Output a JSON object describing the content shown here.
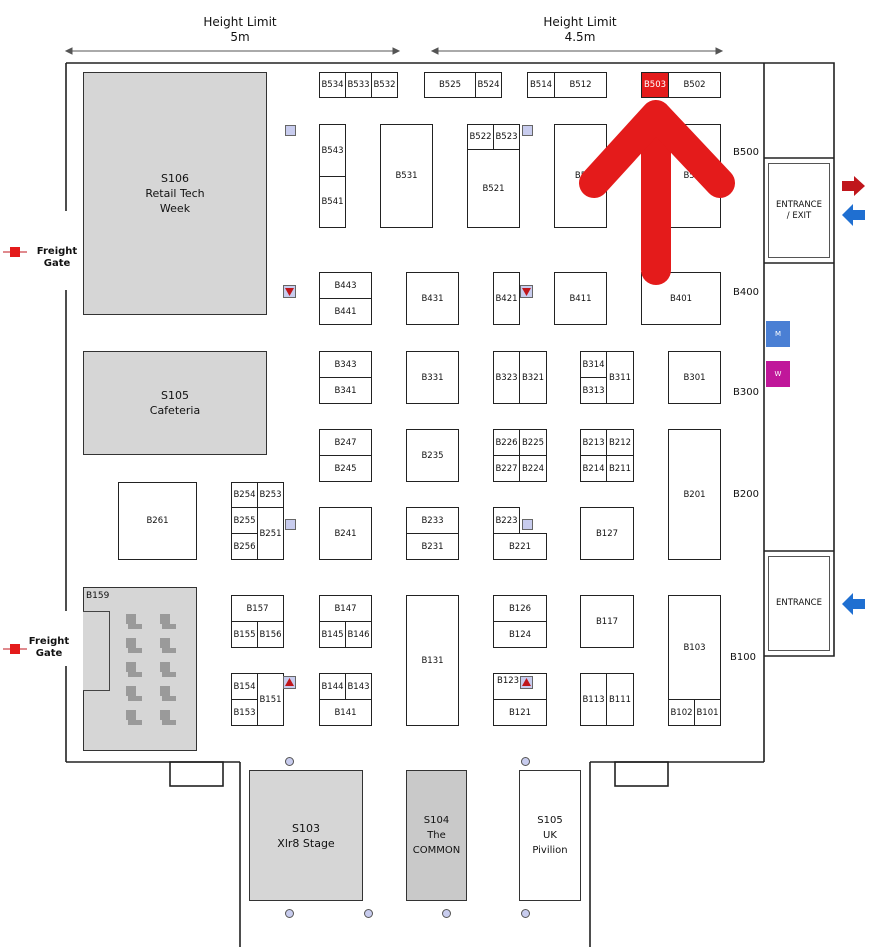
{
  "height_limits": [
    {
      "title": "Height Limit",
      "value": "5m"
    },
    {
      "title": "Height Limit",
      "value": "4.5m"
    }
  ],
  "freight_gates": [
    {
      "label": "Freight\nGate"
    },
    {
      "label": "Freight\nGate"
    }
  ],
  "row_labels": [
    "B500",
    "B400",
    "B300",
    "B200",
    "B100"
  ],
  "entrances": [
    {
      "label": "ENTRANCE\n/ EXIT"
    },
    {
      "label": "ENTRANCE"
    }
  ],
  "restrooms": {
    "men": "M",
    "women": "W"
  },
  "features": {
    "s106": "S106\nRetail Tech\nWeek",
    "s105_cafe": "S105\nCafeteria",
    "b159": "B159",
    "s103": "S103\nXlr8 Stage",
    "s104": "S104\nThe\nCOMMON",
    "s105_uk": "S105\nUK\nPivilion"
  },
  "booths": {
    "B534": "B534",
    "B533": "B533",
    "B532": "B532",
    "B525": "B525",
    "B524": "B524",
    "B514": "B514",
    "B512": "B512",
    "B503": "B503",
    "B502": "B502",
    "B543": "B543",
    "B541": "B541",
    "B531": "B531",
    "B522": "B522",
    "B523": "B523",
    "B521": "B521",
    "B511": "B5",
    "B501": "B501",
    "B443": "B443",
    "B441": "B441",
    "B431": "B431",
    "B421": "B421",
    "B411": "B411",
    "B401": "B401",
    "B343": "B343",
    "B341": "B341",
    "B331": "B331",
    "B323": "B323",
    "B321": "B321",
    "B314": "B314",
    "B313": "B313",
    "B311": "B311",
    "B301": "B301",
    "B247": "B247",
    "B245": "B245",
    "B235": "B235",
    "B226": "B226",
    "B225": "B225",
    "B227": "B227",
    "B224": "B224",
    "B213": "B213",
    "B212": "B212",
    "B214": "B214",
    "B211": "B211",
    "B261": "B261",
    "B254": "B254",
    "B253": "B253",
    "B255": "B255",
    "B256": "B256",
    "B251": "B251",
    "B241": "B241",
    "B233": "B233",
    "B231": "B231",
    "B223": "B223",
    "B221": "B221",
    "B127": "B127",
    "B201": "B201",
    "B157": "B157",
    "B155": "B155",
    "B156": "B156",
    "B147": "B147",
    "B145": "B145",
    "B146": "B146",
    "B131": "B131",
    "B126": "B126",
    "B124": "B124",
    "B117": "B117",
    "B103": "B103",
    "B154": "B154",
    "B153": "B153",
    "B151": "B151",
    "B144": "B144",
    "B143": "B143",
    "B141": "B141",
    "B123": "B123",
    "B121": "B121",
    "B113": "B113",
    "B111": "B111",
    "B102": "B102",
    "B101": "B101"
  },
  "colors": {
    "highlight": "#e41b1b",
    "arrow": "#e41b1b",
    "entry_arrow_in": "#1f6fd1",
    "exit_arrow": "#c0161c",
    "men": "#4a7fd4",
    "women": "#c0179a",
    "feature_grey": "#d6d6d6"
  }
}
